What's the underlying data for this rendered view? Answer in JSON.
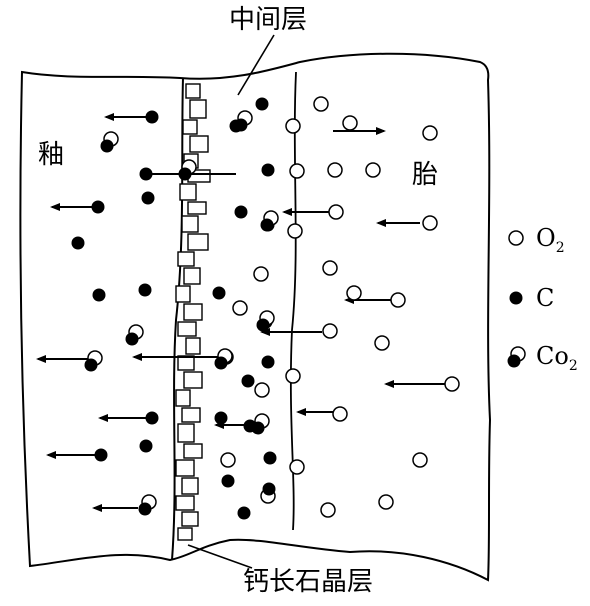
{
  "labels": {
    "intermediate_layer": "中间层",
    "glaze": "釉",
    "body": "胎",
    "anorthite_layer": "钙长石晶层"
  },
  "legend": [
    {
      "symbol": "open-circle",
      "text": "O",
      "sub": "2"
    },
    {
      "symbol": "filled-circle",
      "text": "C",
      "sub": ""
    },
    {
      "symbol": "co-pair",
      "text": "Co",
      "sub": "2"
    }
  ],
  "colors": {
    "line": "#000000",
    "background": "#ffffff",
    "fill_open": "#ffffff",
    "fill_solid": "#000000"
  }
}
